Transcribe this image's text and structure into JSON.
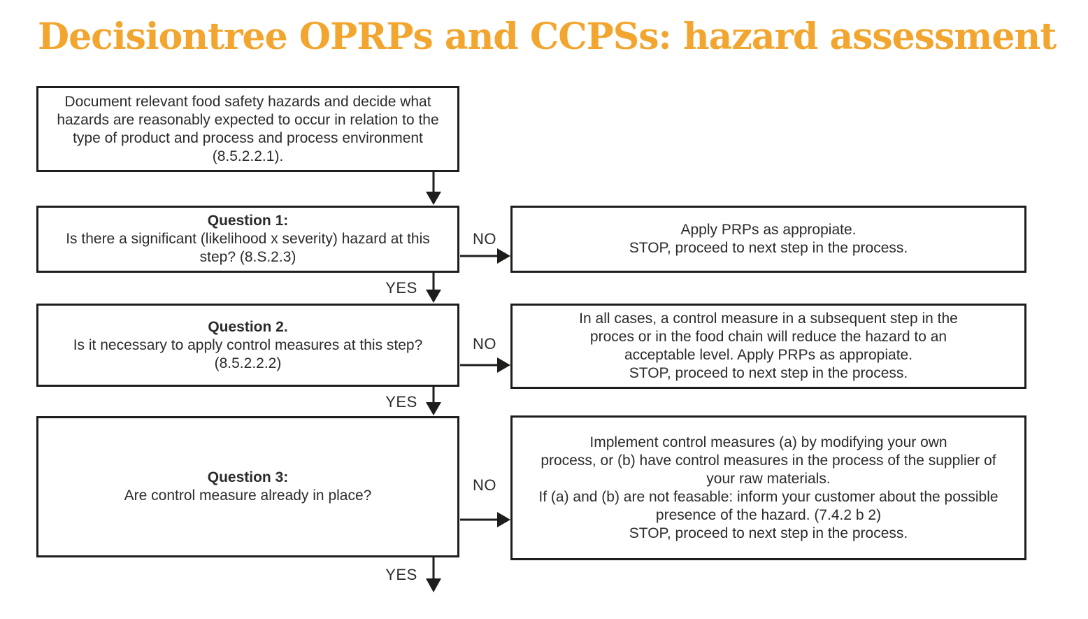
{
  "page": {
    "title": "Decisiontree OPRPs and CCPSs: hazard assessment"
  },
  "colors": {
    "title_accent": "#F2A62F",
    "line": "#1d1d1b",
    "text": "#2b2b2b",
    "background": "#ffffff"
  },
  "labels": {
    "yes": "YES",
    "no": "NO"
  },
  "boxes": {
    "start": {
      "lines": [
        "Document relevant food safety hazards and decide what",
        "hazards are reasonably expected to occur in relation to the",
        "type of product and process and process environment",
        "(8.5.2.2.1)."
      ]
    },
    "q1": {
      "heading": "Question 1:",
      "lines": [
        "Is there a significant (likelihood x severity) hazard at this",
        "step? (8.S.2.3)"
      ]
    },
    "q1_no": {
      "lines": [
        "Apply PRPs as appropiate.",
        "STOP, proceed to next step in the process."
      ]
    },
    "q2": {
      "heading": "Question 2.",
      "lines": [
        "Is it necessary to apply control measures at this step?",
        "(8.5.2.2.2)"
      ]
    },
    "q2_no": {
      "lines": [
        "In all cases, a control measure in a subsequent step in the",
        "proces or in the food chain will reduce the hazard to an",
        "acceptable level. Apply PRPs as appropiate.",
        "STOP, proceed to next step in the process."
      ]
    },
    "q3": {
      "heading": "Question 3:",
      "lines": [
        "Are control measure already in place?"
      ]
    },
    "q3_no": {
      "lines": [
        "Implement control measures (a) by modifying your own",
        "process, or (b) have control measures in the process of the supplier of",
        "your raw materials.",
        "If (a) and (b) are not feasable: inform your customer about the possible",
        "presence of the hazard. (7.4.2 b 2)",
        "STOP, proceed to next step in the process."
      ]
    }
  }
}
